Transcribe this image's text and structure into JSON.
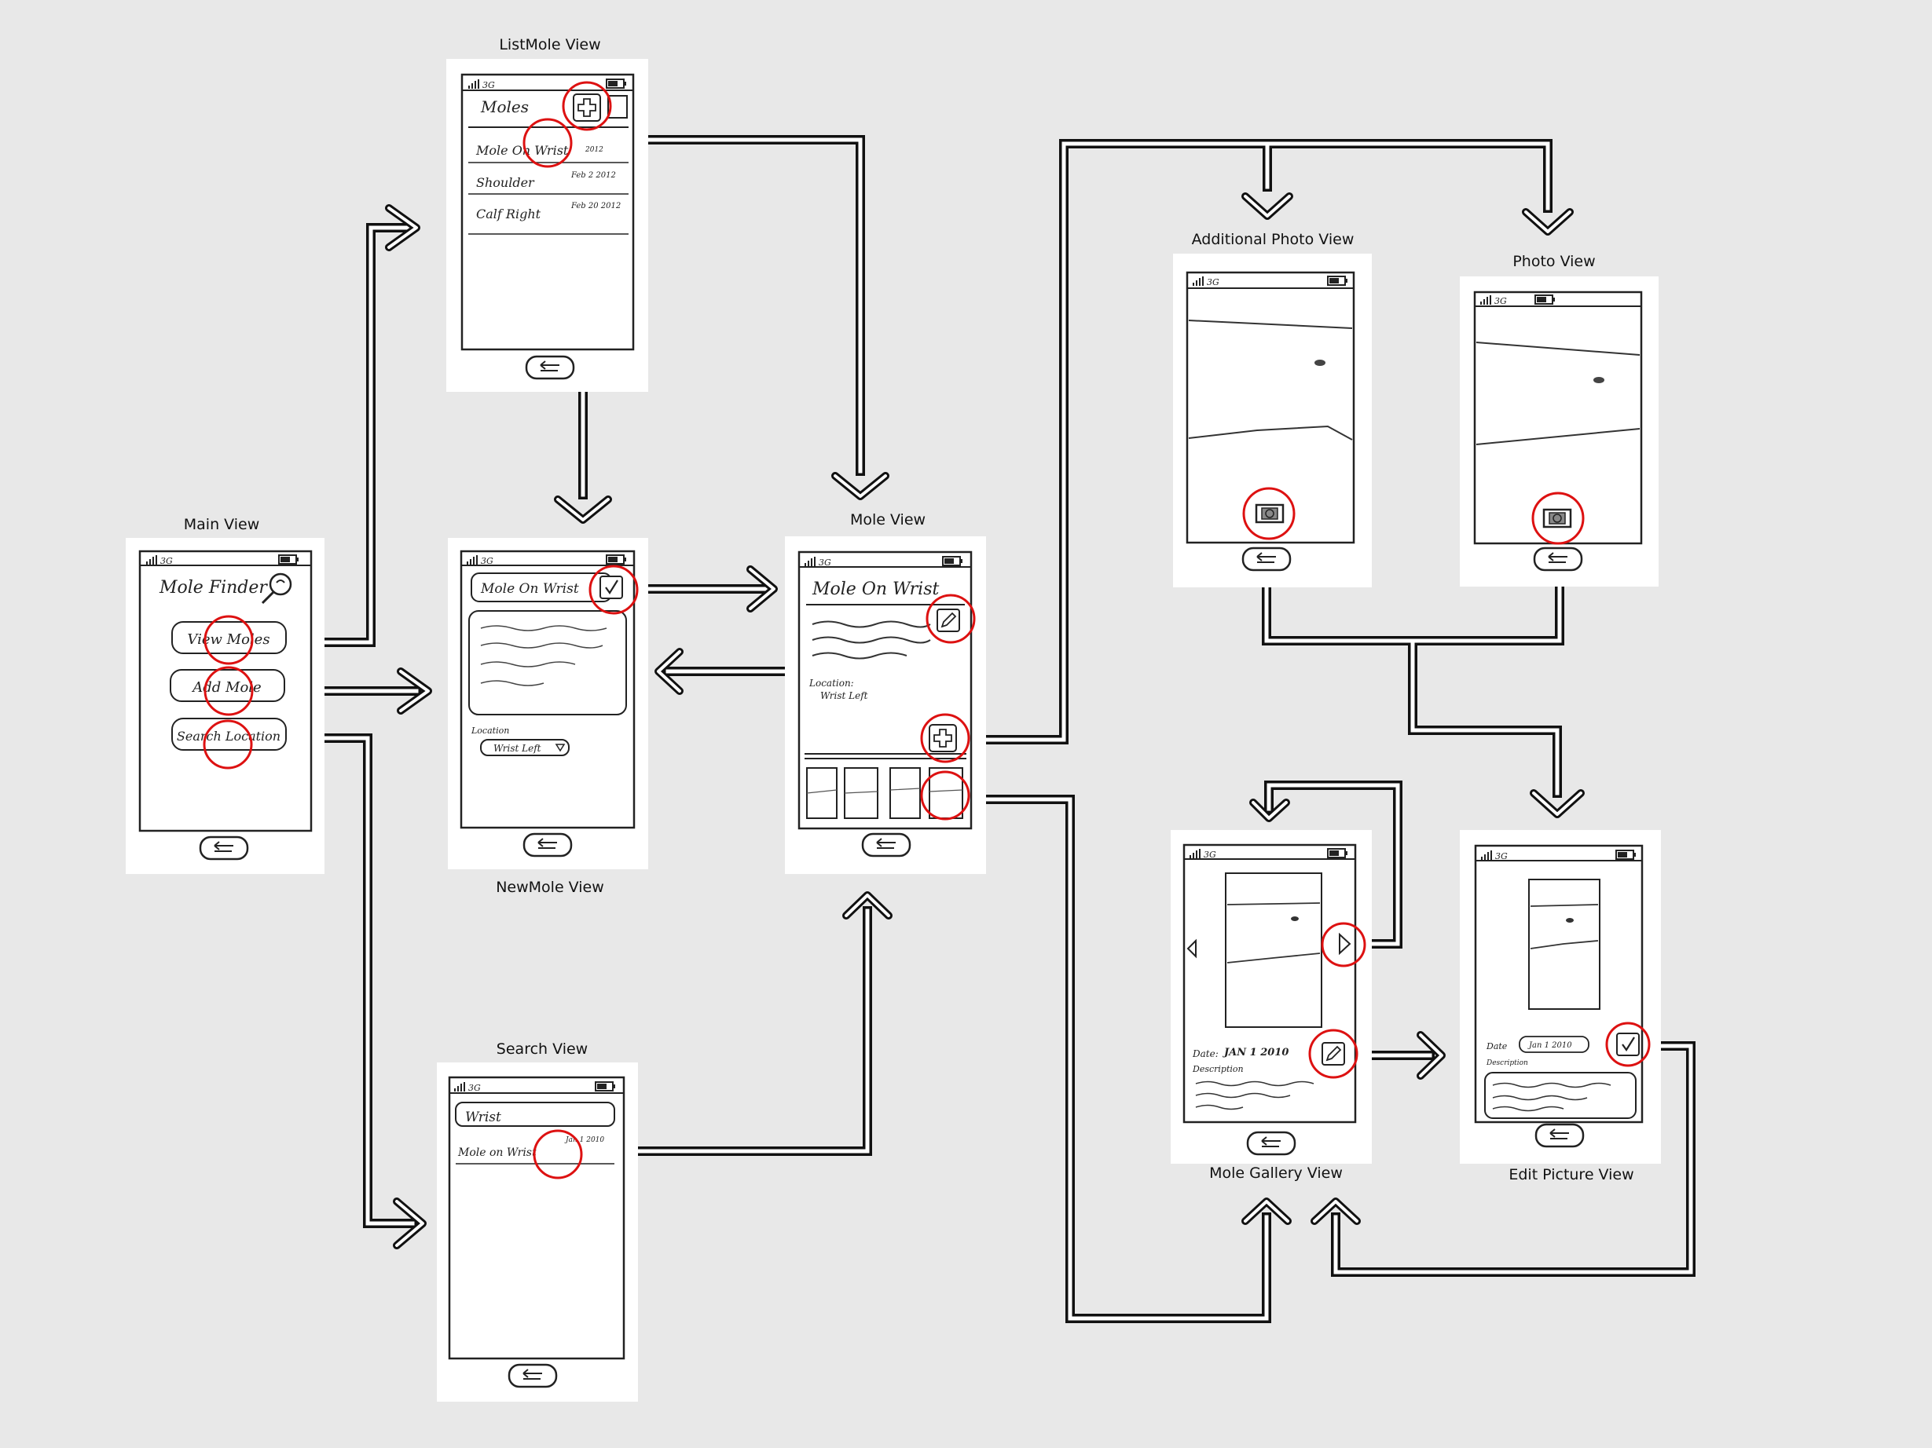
{
  "views": {
    "main": {
      "title": "Main View",
      "signal": "3G",
      "app_title": "Mole Finder",
      "buttons": [
        "View Moles",
        "Add Mole",
        "Search Location"
      ]
    },
    "listmole": {
      "title": "ListMole View",
      "signal": "3G",
      "header": "Moles",
      "items": [
        {
          "name": "Mole On Wrist",
          "date": "2012"
        },
        {
          "name": "Shoulder",
          "date": "Feb 2 2012"
        },
        {
          "name": "Calf Right",
          "date": "Feb 20 2012"
        }
      ]
    },
    "newmole": {
      "title": "NewMole View",
      "signal": "3G",
      "name_field": "Mole On Wrist",
      "location_label": "Location",
      "location_value": "Wrist Left"
    },
    "mole": {
      "title": "Mole View",
      "signal": "3G",
      "name": "Mole On Wrist",
      "location_label": "Location:",
      "location_value": "Wrist Left"
    },
    "search": {
      "title": "Search View",
      "signal": "3G",
      "query": "Wrist",
      "result_name": "Mole on Wrist",
      "result_date": "Jan 1 2010"
    },
    "additional_photo": {
      "title": "Additional Photo View",
      "signal": "3G"
    },
    "photo": {
      "title": "Photo View",
      "signal": "3G"
    },
    "gallery": {
      "title": "Mole Gallery View",
      "signal": "3G",
      "date_label": "Date:",
      "date_value": "JAN 1 2010",
      "description_label": "Description"
    },
    "edit_picture": {
      "title": "Edit Picture View",
      "signal": "3G",
      "date_label": "Date",
      "date_value": "Jan 1 2010",
      "description_label": "Description"
    }
  },
  "colors": {
    "background": "#e8e8e8",
    "paper": "#ffffff",
    "ink": "#1a1a1a",
    "highlight": "#dd1111"
  },
  "icons": [
    "signal-icon",
    "battery-icon",
    "back-icon",
    "search-magnifier-icon",
    "add-plus-icon",
    "check-icon",
    "edit-pencil-icon",
    "camera-icon",
    "dropdown-arrow-icon",
    "prev-arrow-icon",
    "next-arrow-icon"
  ]
}
